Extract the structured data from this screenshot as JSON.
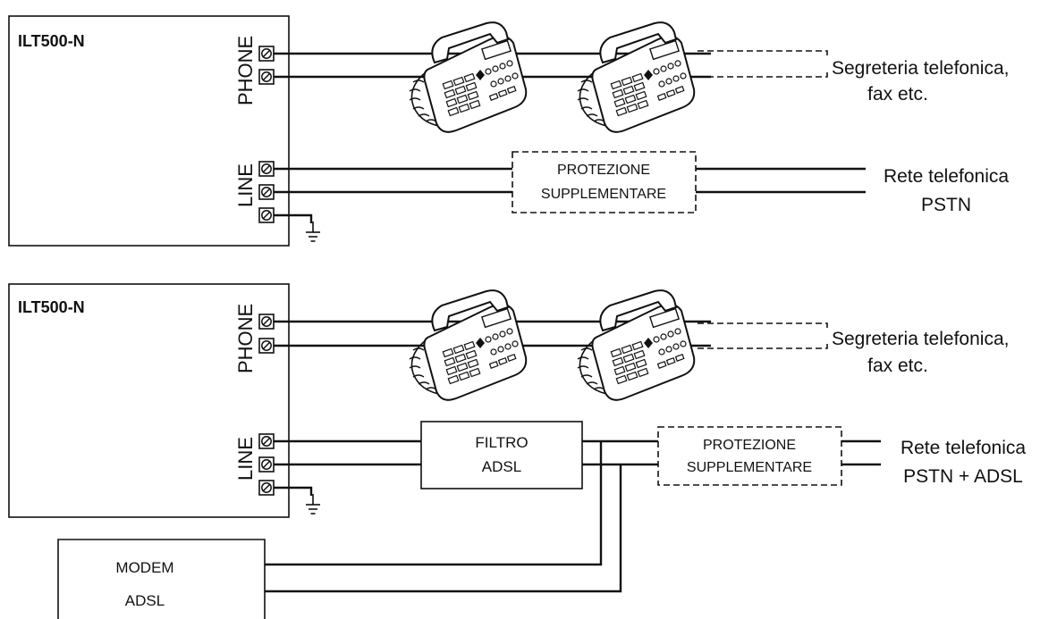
{
  "top": {
    "device_label": "ILT500-N",
    "phone_port_label": "PHONE",
    "line_port_label": "LINE",
    "protection": [
      "PROTEZIONE",
      "SUPPLEMENTARE"
    ],
    "extra_devices": [
      "Segreteria telefonica,",
      "fax etc."
    ],
    "network": [
      "Rete telefonica",
      "PSTN"
    ]
  },
  "bottom": {
    "device_label": "ILT500-N",
    "phone_port_label": "PHONE",
    "line_port_label": "LINE",
    "filter": [
      "FILTRO",
      "ADSL"
    ],
    "protection": [
      "PROTEZIONE",
      "SUPPLEMENTARE"
    ],
    "extra_devices": [
      "Segreteria telefonica,",
      "fax etc."
    ],
    "network": [
      "Rete telefonica",
      "PSTN + ADSL"
    ],
    "modem": [
      "MODEM",
      "ADSL"
    ]
  }
}
